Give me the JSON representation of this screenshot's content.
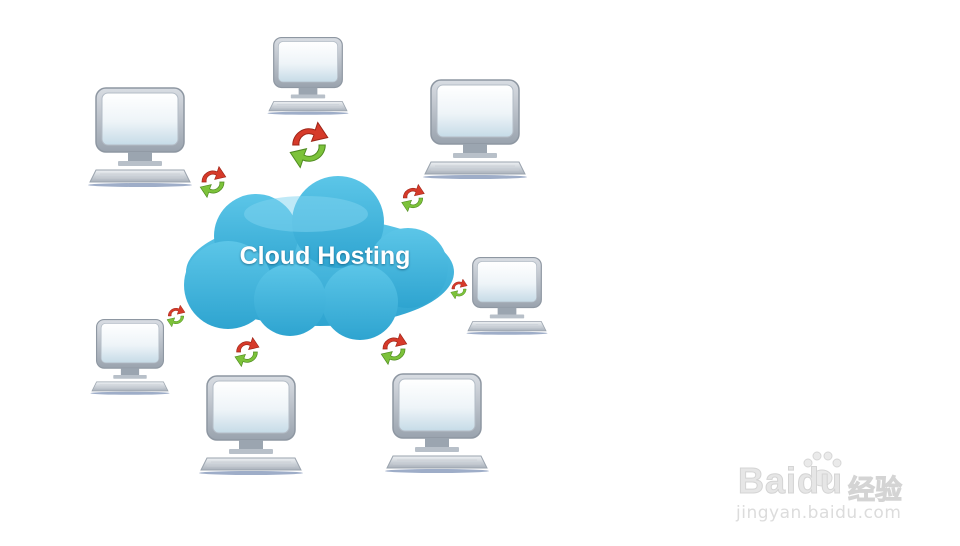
{
  "diagram": {
    "center_label": "Cloud Hosting"
  },
  "watermark": {
    "brand": "Baidu",
    "brand_cn": "经验",
    "url": "jingyan.baidu.com"
  },
  "colors": {
    "cloud": "#3bb0d8",
    "cloud_light": "#5cc4e6",
    "arrow_red": "#d63a2a",
    "arrow_green": "#7cc23a",
    "monitor_frame": "#c9ced6",
    "screen": "#eaf2f7"
  },
  "icons": {
    "computer": "desktop-computer-icon",
    "sync": "sync-arrows-icon",
    "cloud": "cloud-icon",
    "watermark_logo": "baidu-paw-icon"
  }
}
